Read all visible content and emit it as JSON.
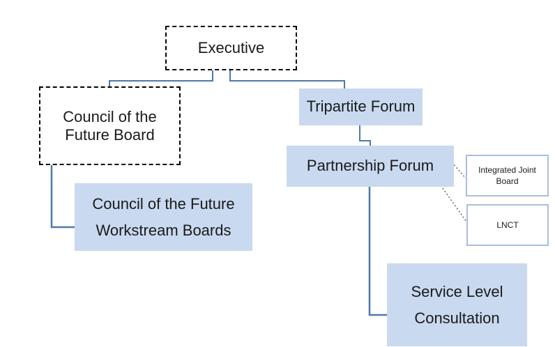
{
  "colors": {
    "node_fill": "#c9d9ef",
    "light_border": "#a8bedd",
    "connector": "#4e79ab",
    "dotted_line": "#404040",
    "dash": "#000000",
    "text": "#1a1a1a"
  },
  "nodes": {
    "executive": {
      "label": "Executive"
    },
    "council_future_board": {
      "line1": "Council of the",
      "line2": "Future Board"
    },
    "tripartite_forum": {
      "label": "Tripartite Forum"
    },
    "partnership_forum": {
      "label": "Partnership Forum"
    },
    "council_future_workstream_boards": {
      "line1": "Council of the Future",
      "line2": "Workstream Boards"
    },
    "service_level_consultation": {
      "line1": "Service Level",
      "line2": "Consultation"
    },
    "integrated_joint_board": {
      "line1": "Integrated Joint",
      "line2": "Board"
    },
    "lnct": {
      "label": "LNCT"
    }
  }
}
